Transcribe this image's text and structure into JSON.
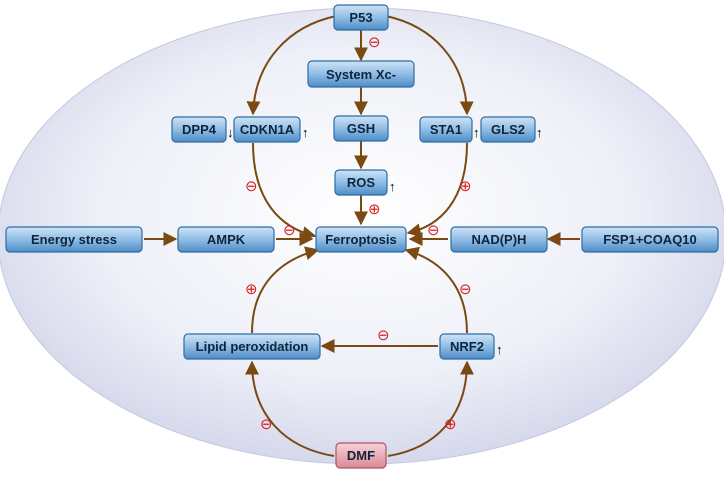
{
  "nodes": {
    "p53": "P53",
    "system_xc": "System Xc-",
    "gsh": "GSH",
    "ros": "ROS",
    "dpp4": "DPP4",
    "cdkn1a": "CDKN1A",
    "sta1": "STA1",
    "gls2": "GLS2",
    "energy_stress": "Energy stress",
    "ampk": "AMPK",
    "ferroptosis": "Ferroptosis",
    "nadph": "NAD(P)H",
    "fsp1": "FSP1+COAQ10",
    "lipid_peroxidation": "Lipid peroxidation",
    "nrf2": "NRF2",
    "dmf": "DMF"
  },
  "signs": {
    "inhibit": "⊖",
    "promote": "⊕"
  },
  "arrows": {
    "up": "↑",
    "down": "↓"
  },
  "colors": {
    "node_fill": "#9fc6e8",
    "node_border": "#2d6da3",
    "dmf_fill": "#e8aab2",
    "dmf_border": "#b05563",
    "arrow": "#7a4a12",
    "sign": "#d42020",
    "ellipse": "#d6d8ec"
  }
}
